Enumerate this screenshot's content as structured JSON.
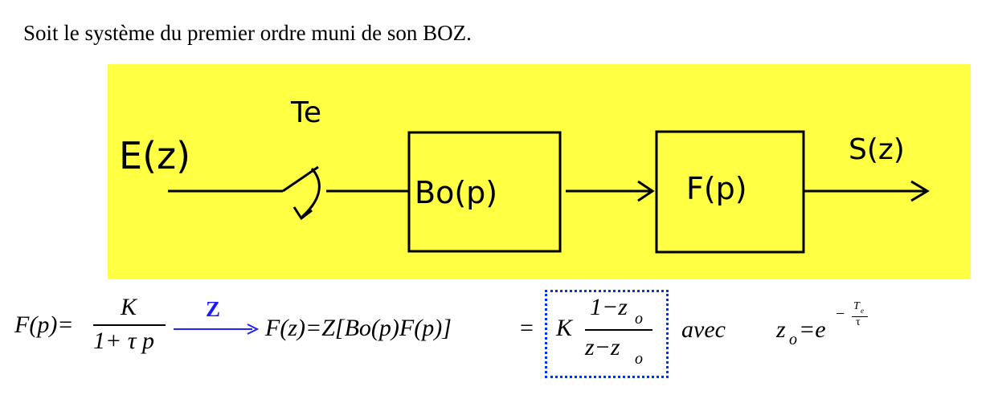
{
  "intro_text": "Soit le système du premier ordre muni de son BOZ.",
  "diagram": {
    "input_label": "E(z)",
    "sampler_label": "Te",
    "block1_label": "Bo(p)",
    "block2_label": "F(p)",
    "output_label": "S(z)",
    "background_color": "#ffff44"
  },
  "equation": {
    "lhs_1": "F(p)=",
    "frac1_num": "K",
    "frac1_den": "1+ τ p",
    "arrow_label": "Z",
    "mid": "F(z)=Z[Bo(p)F(p)]",
    "equals": "=",
    "result_K": "K",
    "frac2_num": "1−z",
    "frac2_den": "z−z",
    "sub_o": "o",
    "avec": "avec",
    "z0": "z",
    "z0_eq": "=e",
    "exp_minus": "−",
    "exp_num": "T",
    "exp_num_sub": "e",
    "exp_den": "τ",
    "arrow_color": "#2222ff",
    "box_color": "#0033ee"
  }
}
